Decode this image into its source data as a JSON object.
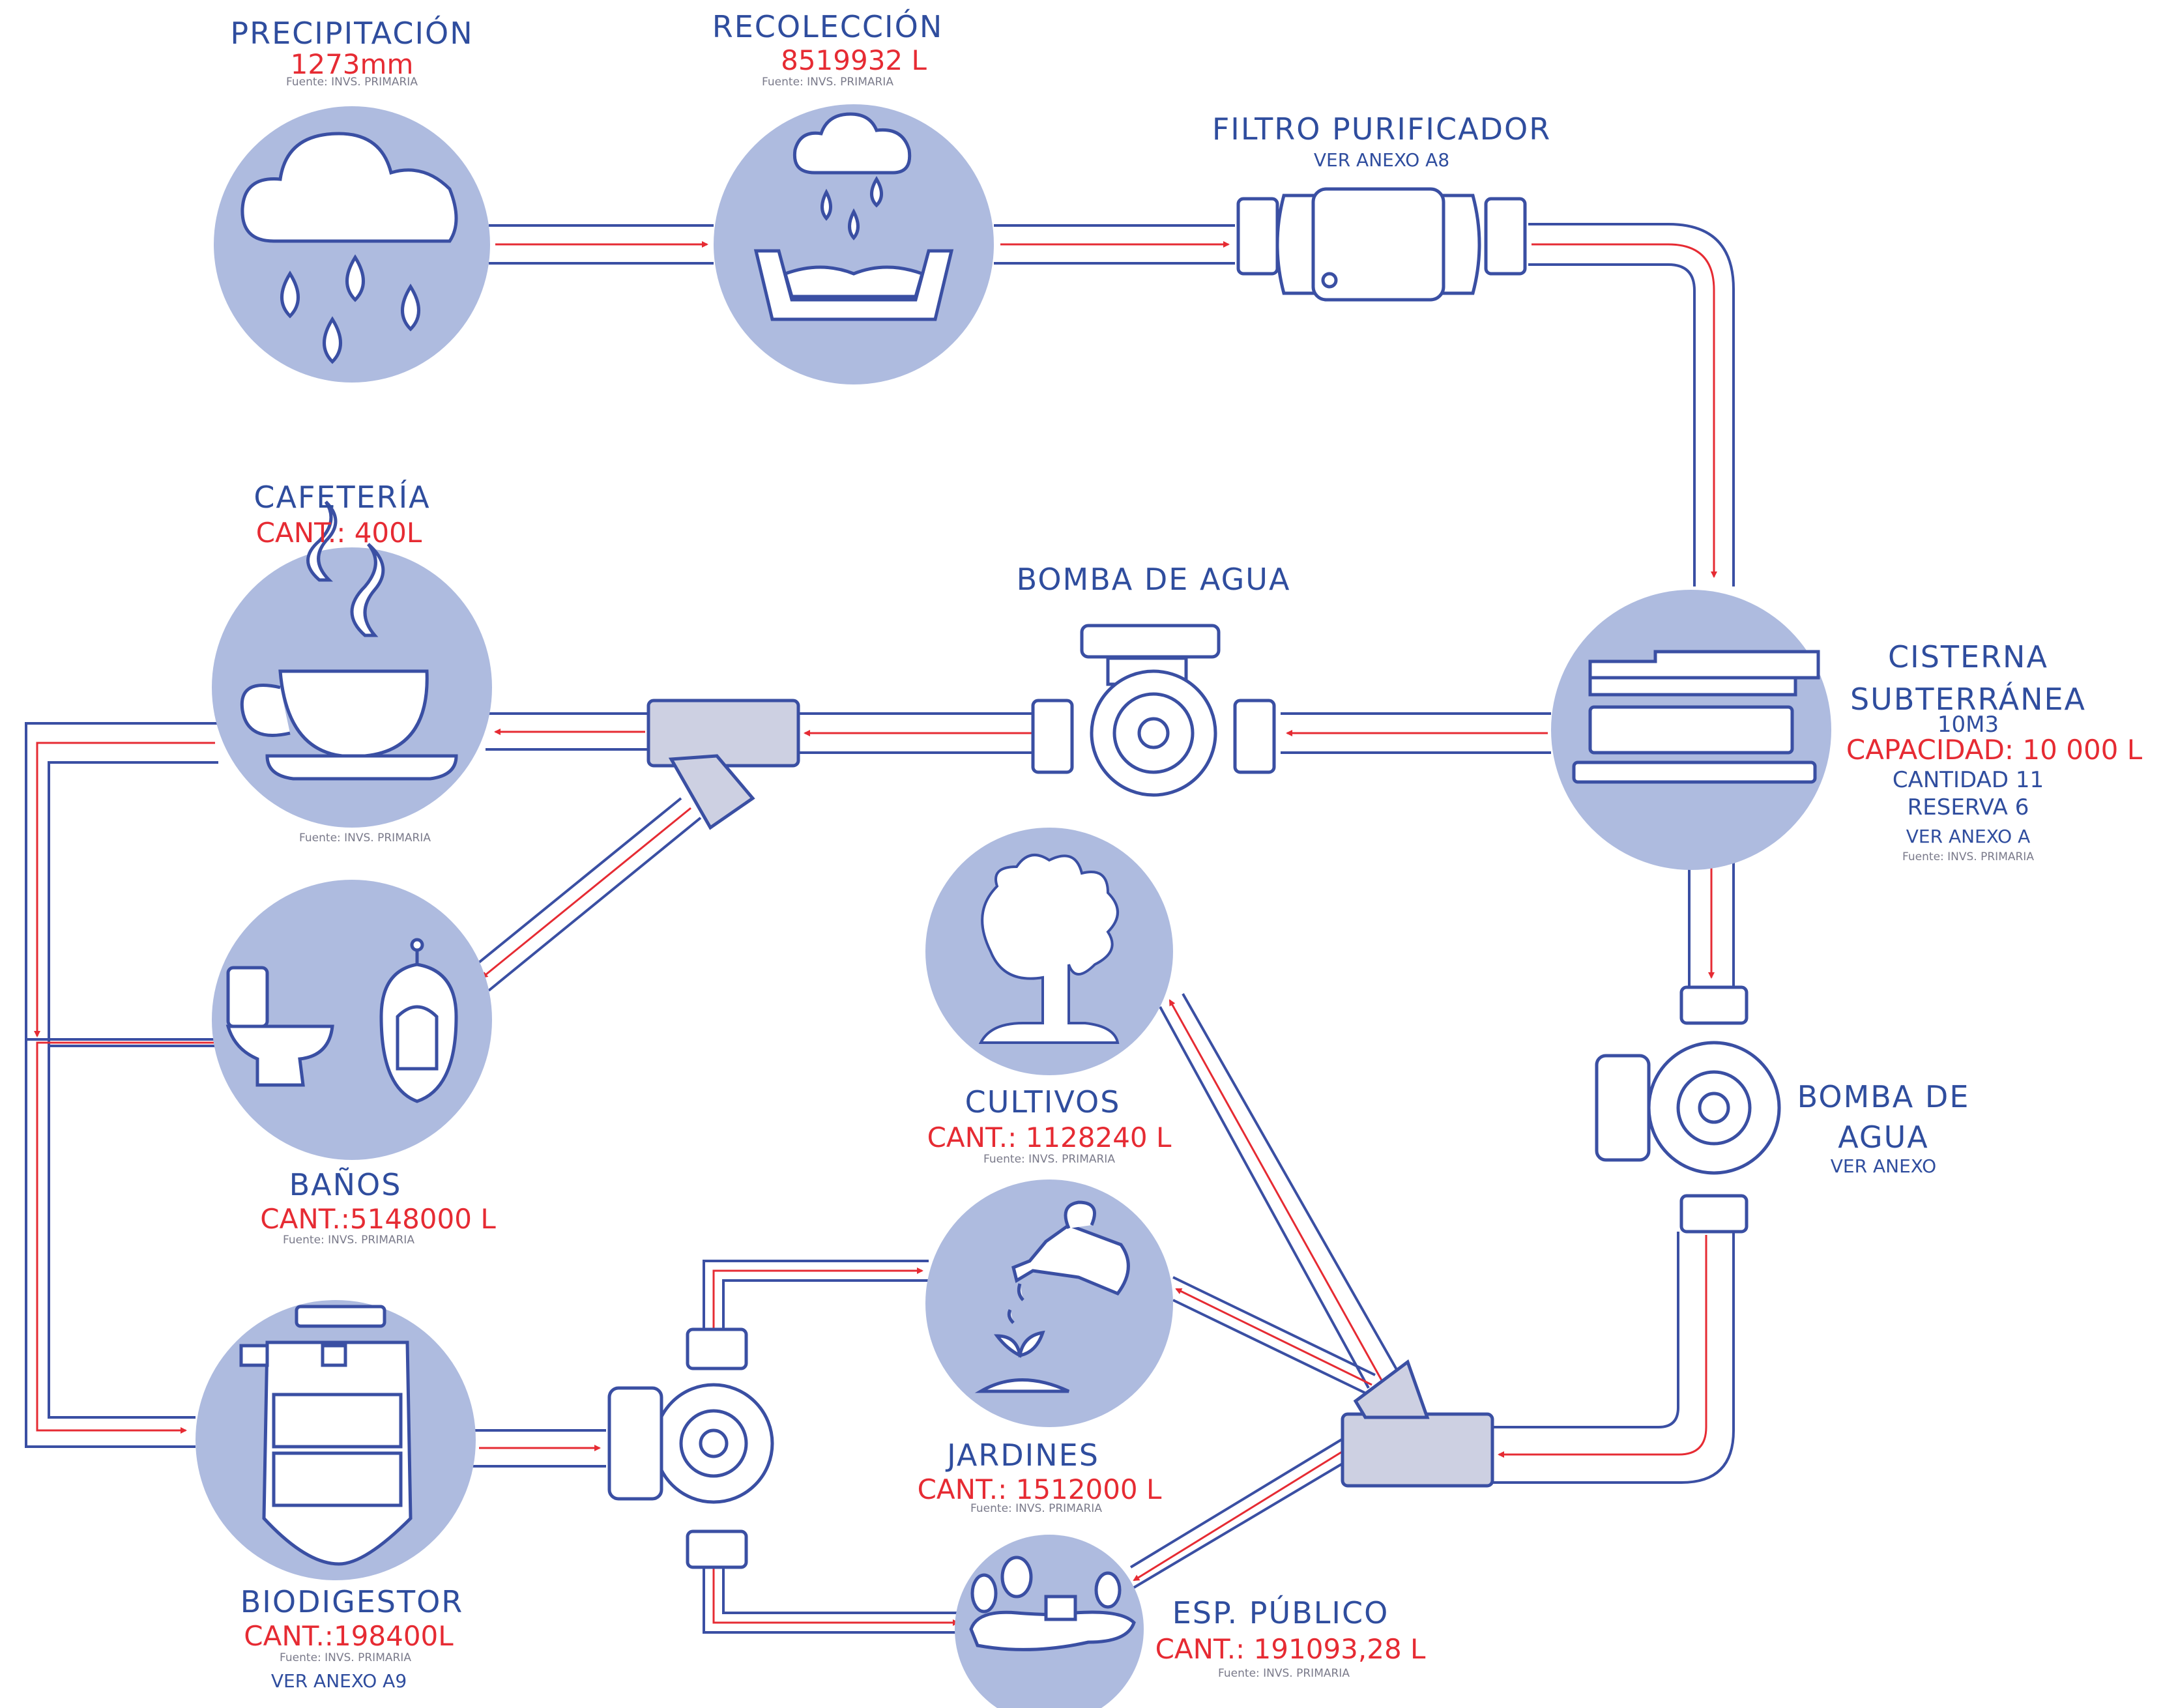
{
  "colors": {
    "circle": "#aebbdf",
    "pipe": "#3a4fa3",
    "flow": "#e62b33",
    "filter_body": "#cdd0e2",
    "title": "#2f4d9e",
    "value": "#e62b33",
    "source": "#7a7a8a"
  },
  "nodes": {
    "precipitacion": {
      "title": "PRECIPITACIÓN",
      "value": "1273mm",
      "source": "Fuente: INVS. PRIMARIA",
      "icon": "rain-cloud-icon"
    },
    "recoleccion": {
      "title": "RECOLECCIÓN",
      "value": "8519932 L",
      "source": "Fuente: INVS. PRIMARIA",
      "icon": "collection-basin-icon"
    },
    "filtro": {
      "title": "FILTRO PURIFICADOR",
      "note": "VER ANEXO A8",
      "icon": "water-filter-icon"
    },
    "cafeteria": {
      "title": "CAFETERÍA",
      "value": "CANT.: 400L",
      "source": "Fuente: INVS. PRIMARIA",
      "icon": "coffee-cup-icon"
    },
    "bomba_top": {
      "title": "BOMBA DE AGUA",
      "icon": "water-pump-icon"
    },
    "cisterna": {
      "title1": "CISTERNA",
      "title2": "SUBTERRÁNEA",
      "size": "10M3",
      "capacity": "CAPACIDAD: 10 000 L",
      "quantity": "CANTIDAD 11",
      "reserve": "RESERVA 6",
      "note": "VER ANEXO A",
      "source": "Fuente: INVS. PRIMARIA",
      "icon": "cistern-tank-icon"
    },
    "banos": {
      "title": "BAÑOS",
      "value": "CANT.:5148000 L",
      "source": "Fuente: INVS. PRIMARIA",
      "icon": "toilet-urinal-icon"
    },
    "cultivos": {
      "title": "CULTIVOS",
      "value": "CANT.: 1128240 L",
      "source": "Fuente: INVS. PRIMARIA",
      "icon": "crops-plant-icon"
    },
    "bomba_right": {
      "title1": "BOMBA DE",
      "title2": "AGUA",
      "note": "VER ANEXO",
      "icon": "water-pump-icon"
    },
    "jardines": {
      "title": "JARDINES",
      "value": "CANT.: 1512000 L",
      "source": "Fuente: INVS. PRIMARIA",
      "icon": "watering-can-icon"
    },
    "biodigestor": {
      "title": "BIODIGESTOR",
      "value": "CANT.:198400L",
      "source": "Fuente: INVS. PRIMARIA",
      "note": "VER ANEXO A9",
      "icon": "biodigester-tank-icon"
    },
    "esp_publico": {
      "title": "ESP. PÚBLICO",
      "value": "CANT.: 191093,28 L",
      "source": "Fuente: INVS. PRIMARIA",
      "icon": "public-park-icon"
    }
  }
}
